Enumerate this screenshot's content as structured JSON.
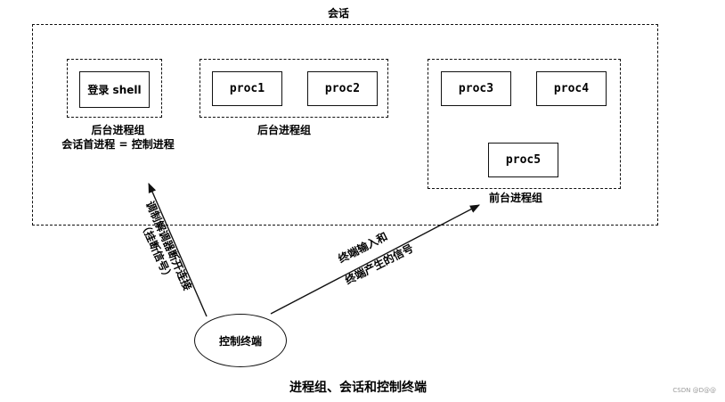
{
  "session": {
    "label": "会话"
  },
  "groups": {
    "background_left": {
      "proc_label": "登录 shell",
      "label_line1": "后台进程组",
      "label_line2": "会话首进程 = 控制进程"
    },
    "background_mid": {
      "procs": [
        "proc1",
        "proc2"
      ],
      "label": "后台进程组"
    },
    "foreground": {
      "procs": [
        "proc3",
        "proc4",
        "proc5"
      ],
      "label": "前台进程组"
    }
  },
  "terminal": {
    "label": "控制终端"
  },
  "arrows": {
    "hangup": {
      "line1": "调制解调器断开连接",
      "line2": "（挂断信号）"
    },
    "signals": {
      "line1": "终端输入和",
      "line2": "终端产生的信号"
    }
  },
  "caption": "进程组、会话和控制终端",
  "watermark": "CSDN @D@@"
}
